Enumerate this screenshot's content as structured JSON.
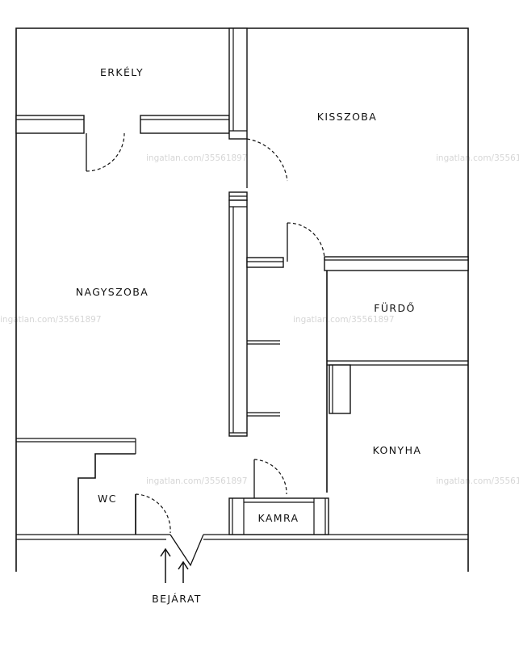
{
  "rooms": {
    "erkely": "ERKÉLY",
    "kisszoba": "KISSZOBA",
    "nagyszoba": "NAGYSZOBA",
    "furdo": "FÜRDŐ",
    "konyha": "KONYHA",
    "wc": "WC",
    "kamra": "KAMRA",
    "bejarat": "BEJÁRAT"
  },
  "watermark": "ingatlan.com/35561897"
}
